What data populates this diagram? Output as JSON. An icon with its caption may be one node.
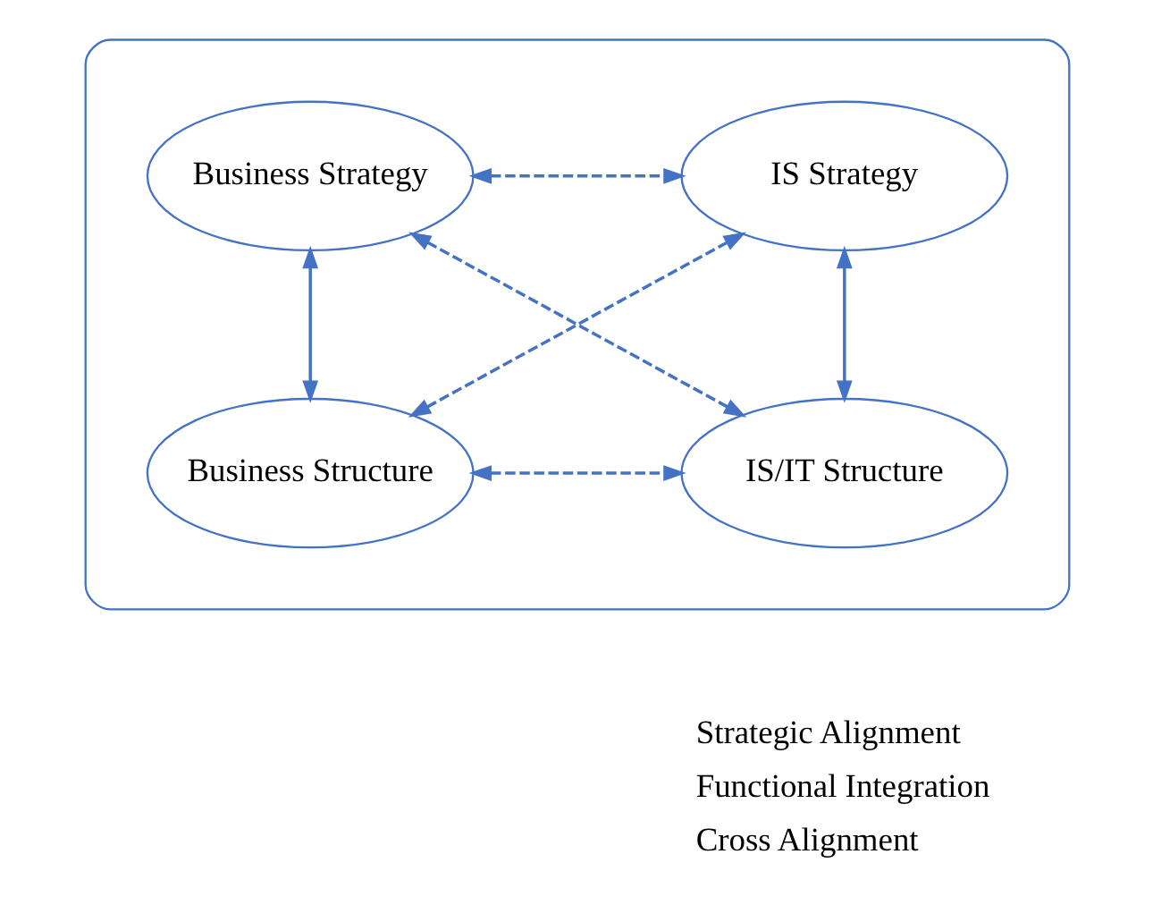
{
  "diagram": {
    "nodes": [
      {
        "text": [],
        "shape": "ellipse"
      },
      {
        "text": [
          "Business Strategy"
        ],
        "in": 0
      },
      {
        "text": [
          "IS Strategy"
        ],
        "in": 0
      },
      {
        "text": [
          "Business Structure"
        ],
        "in": 0
      },
      {
        "text": [
          "IS/IT Structure"
        ],
        "in": 0
      }
    ],
    "edges": [
      {
        "from": 1,
        "to": 2,
        "arrow": "both",
        "style": "dashed"
      },
      {
        "from": 1,
        "to": 3,
        "arrow": "both"
      },
      {
        "from": 2,
        "to": 4,
        "arrow": "both"
      },
      {
        "from": 1,
        "to": 4,
        "arrow": "both",
        "style": "dashed"
      },
      {
        "from": 2,
        "to": 3,
        "arrow": "both",
        "style": "dashed"
      },
      {
        "from": 3,
        "to": 4,
        "arrow": "both",
        "style": "dashed"
      }
    ],
    "legend": [
      {
        "text": "Strategic Alignment"
      },
      {
        "text": "Functional Integration"
      },
      {
        "text": "Cross Alignment"
      }
    ]
  }
}
